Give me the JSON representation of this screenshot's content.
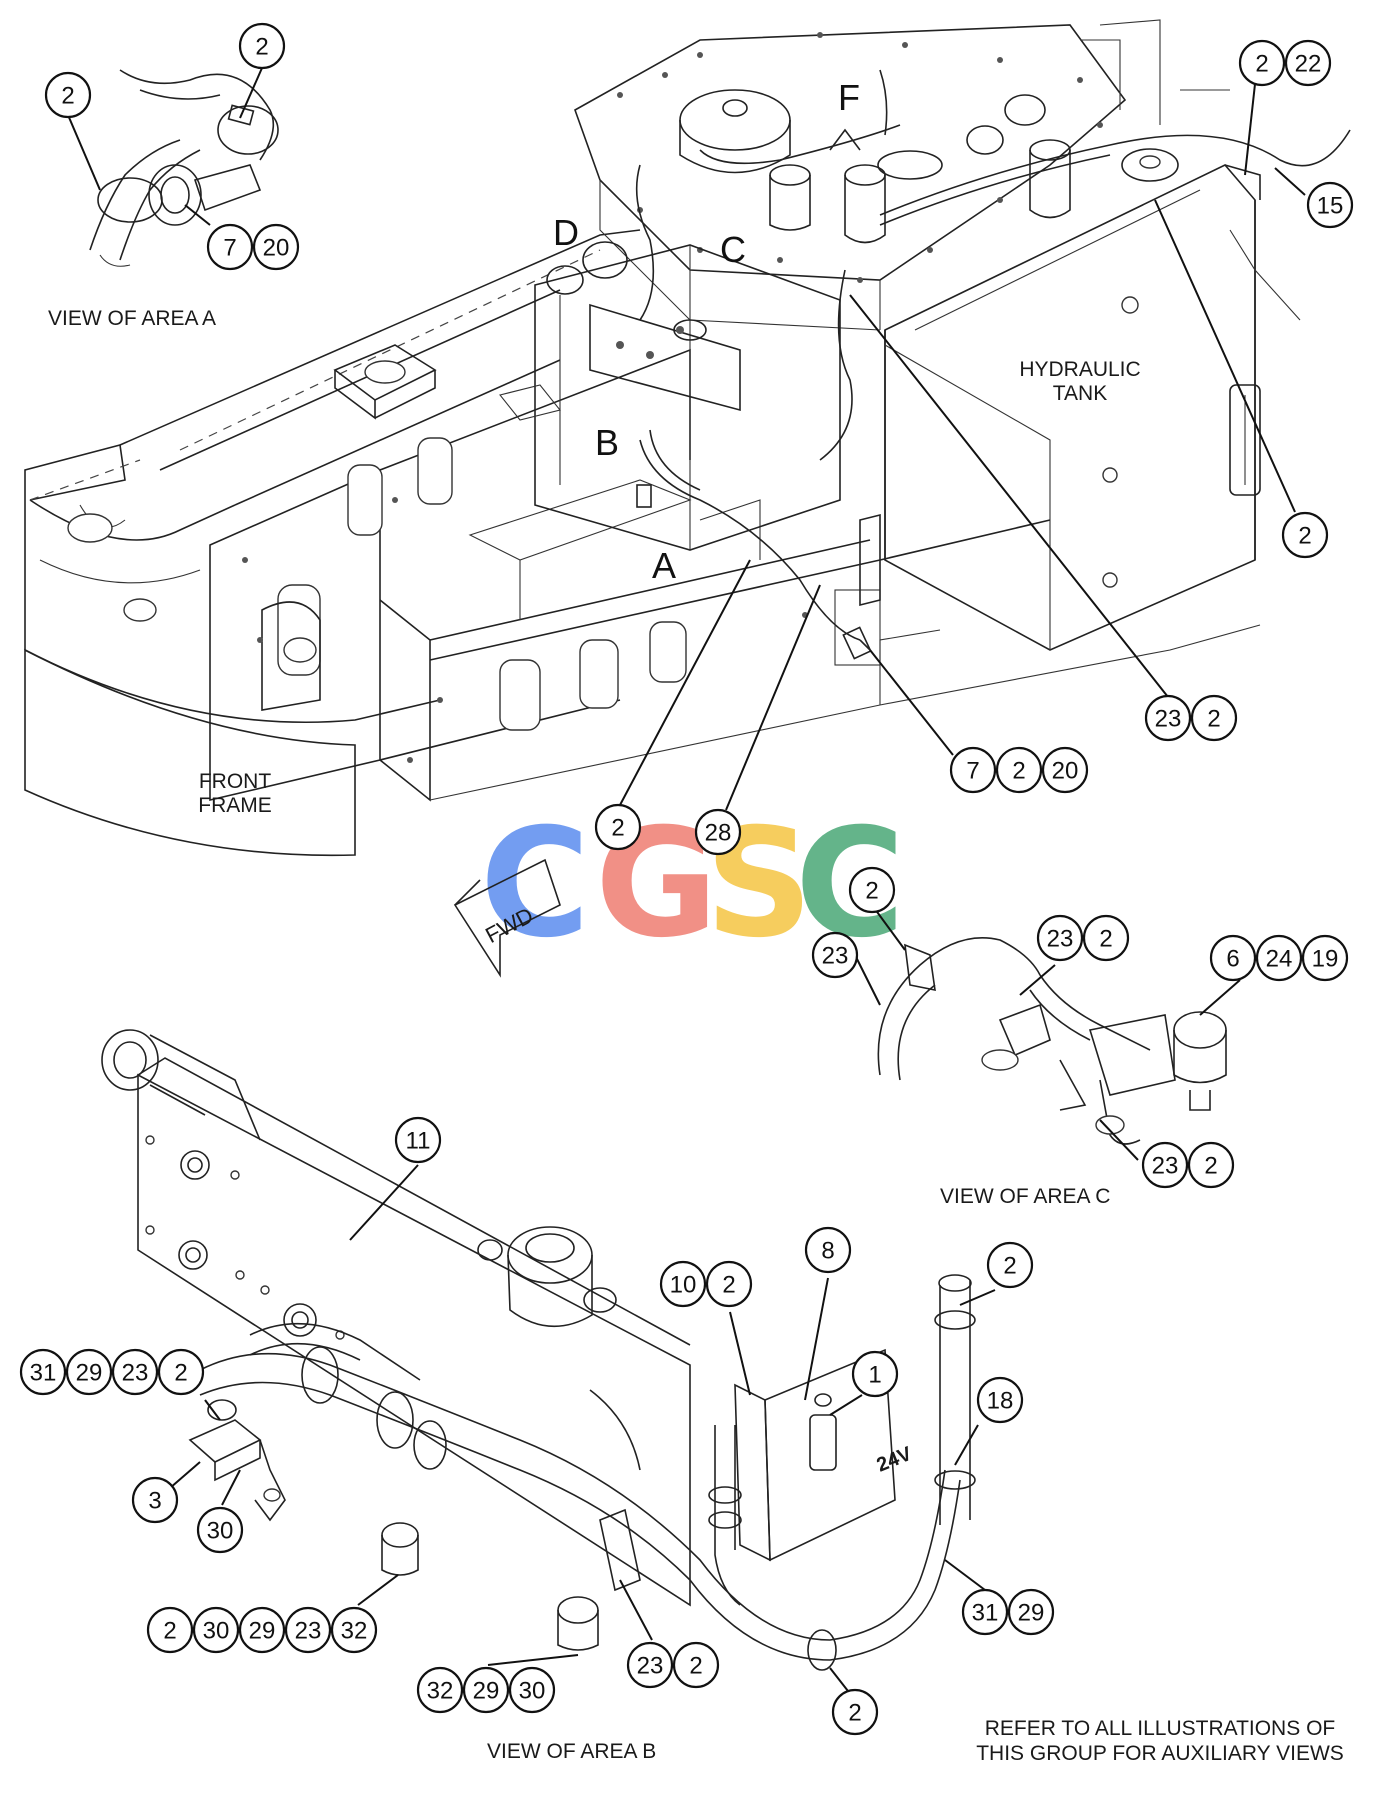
{
  "views": {
    "area_a": "VIEW OF AREA A",
    "area_b": "VIEW OF AREA B",
    "area_c": "VIEW OF AREA C"
  },
  "parts_labels": {
    "hydraulic_tank": [
      "HYDRAULIC",
      "TANK"
    ],
    "front_frame": [
      "FRONT",
      "FRAME"
    ],
    "fwd": "FWD",
    "voltage": "24V"
  },
  "area_letters": [
    "F",
    "D",
    "C",
    "B",
    "A"
  ],
  "note": [
    "REFER TO ALL ILLUSTRATIONS OF",
    "THIS GROUP FOR AUXILIARY VIEWS"
  ],
  "watermark": {
    "letters": [
      "C",
      "G",
      "S",
      "C"
    ],
    "colors": [
      "#5b8def",
      "#ef7d72",
      "#f5c542",
      "#4aa876"
    ]
  },
  "callouts": {
    "a_top": [
      "2"
    ],
    "a_left": [
      "2"
    ],
    "a_bottom": [
      "7",
      "20"
    ],
    "tr_top": [
      "2",
      "22"
    ],
    "tr_15": [
      "15"
    ],
    "tank_2": [
      "2"
    ],
    "mid_23_2": [
      "23",
      "2"
    ],
    "mid_7_2_20": [
      "7",
      "2",
      "20"
    ],
    "mid_2": [
      "2"
    ],
    "mid_28": [
      "28"
    ],
    "c_2": [
      "2"
    ],
    "c_23": [
      "23"
    ],
    "c_23_2_top": [
      "23",
      "2"
    ],
    "c_6_24_19": [
      "6",
      "24",
      "19"
    ],
    "c_23_2_bottom": [
      "23",
      "2"
    ],
    "b_11": [
      "11"
    ],
    "b_8": [
      "8"
    ],
    "b_10_2": [
      "10",
      "2"
    ],
    "b_1": [
      "1"
    ],
    "b_2_top": [
      "2"
    ],
    "b_18": [
      "18"
    ],
    "b_31_29_23_2": [
      "31",
      "29",
      "23",
      "2"
    ],
    "b_3": [
      "3"
    ],
    "b_30": [
      "30"
    ],
    "b_2_30_29_23_32": [
      "2",
      "30",
      "29",
      "23",
      "32"
    ],
    "b_32_29_30": [
      "32",
      "29",
      "30"
    ],
    "b_23_2": [
      "23",
      "2"
    ],
    "b_31_29": [
      "31",
      "29"
    ],
    "b_2_bottom": [
      "2"
    ]
  }
}
